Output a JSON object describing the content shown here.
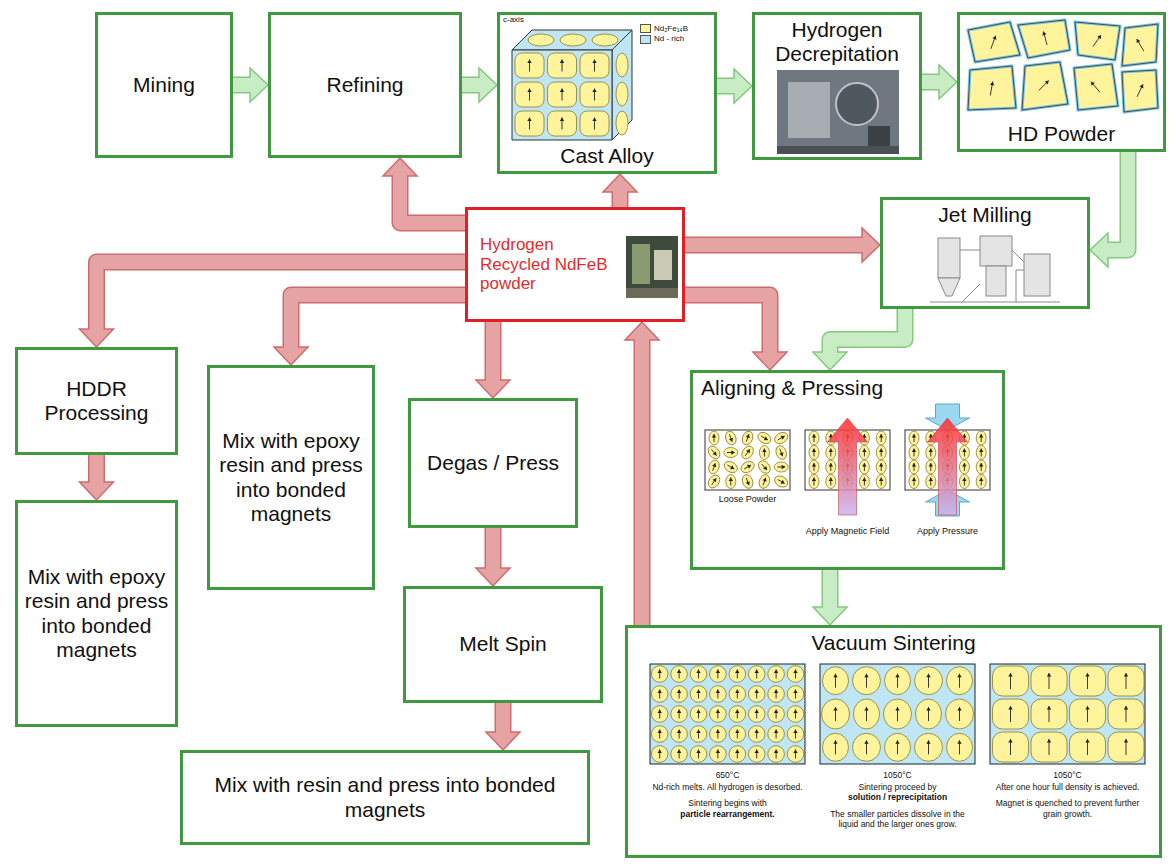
{
  "diagram": {
    "nodes": [
      {
        "text": [
          "Mining"
        ]
      },
      {
        "text": [
          "Refining"
        ]
      },
      {
        "text": [
          "Cast Alloy"
        ]
      },
      {
        "text": [
          "Hydrogen Decrepitation"
        ]
      },
      {
        "text": [
          "HD Powder"
        ]
      },
      {
        "text": [
          "Hydrogen Recycled NdFeB powder"
        ]
      },
      {
        "text": [
          "Jet Milling"
        ]
      },
      {
        "text": [
          "HDDR Processing"
        ]
      },
      {
        "text": [
          "Mix with epoxy resin and press into bonded magnets"
        ]
      },
      {
        "text": [
          "Mix with epoxy resin and press into bonded magnets"
        ]
      },
      {
        "text": [
          "Degas / Press"
        ]
      },
      {
        "text": [
          "Aligning & Pressing"
        ]
      },
      {
        "text": [
          "Melt Spin"
        ]
      },
      {
        "text": [
          "Vacuum Sintering"
        ]
      },
      {
        "text": [
          "Mix with resin and press into bonded magnets"
        ]
      }
    ],
    "edges": [
      {
        "from": 0,
        "to": 1,
        "arrow": "to"
      },
      {
        "from": 1,
        "to": 2,
        "arrow": "to"
      },
      {
        "from": 2,
        "to": 3,
        "arrow": "to"
      },
      {
        "from": 3,
        "to": 4,
        "arrow": "to"
      },
      {
        "from": 4,
        "to": 6,
        "arrow": "to"
      },
      {
        "from": 6,
        "to": 11,
        "arrow": "to"
      },
      {
        "from": 11,
        "to": 13,
        "arrow": "to"
      },
      {
        "from": 5,
        "to": 1,
        "arrow": "to"
      },
      {
        "from": 5,
        "to": 2,
        "arrow": "to"
      },
      {
        "from": 5,
        "to": 6,
        "arrow": "to"
      },
      {
        "from": 5,
        "to": 7,
        "arrow": "to"
      },
      {
        "from": 5,
        "to": 9,
        "arrow": "to"
      },
      {
        "from": 5,
        "to": 10,
        "arrow": "to"
      },
      {
        "from": 5,
        "to": 11,
        "arrow": "to"
      },
      {
        "from": 13,
        "to": 5,
        "arrow": "to"
      },
      {
        "from": 7,
        "to": 8,
        "arrow": "to"
      },
      {
        "from": 10,
        "to": 12,
        "arrow": "to"
      },
      {
        "from": 12,
        "to": 14,
        "arrow": "to"
      }
    ],
    "labels": [
      "c-axis",
      "Loose Powder",
      "Apply Magnetic Field",
      "Apply Pressure",
      "650°C",
      "Nd-rich melts. All hydrogen is desorbed.",
      "Sintering begins with",
      "particle rearrangement.",
      "1050°C",
      "Sintering proceed by",
      "solution / reprecipitation",
      "The smaller particles dissolve in the liquid and the larger ones grow.",
      "1050°C",
      "After one hour full density is achieved.",
      "Magnet is quenched to prevent further grain growth."
    ],
    "legend": [
      {
        "text": "Nd₂Fe₁₄B",
        "color": "#fff39c"
      },
      {
        "text": "Nd - rich",
        "color": "#bfe6f5"
      }
    ]
  }
}
